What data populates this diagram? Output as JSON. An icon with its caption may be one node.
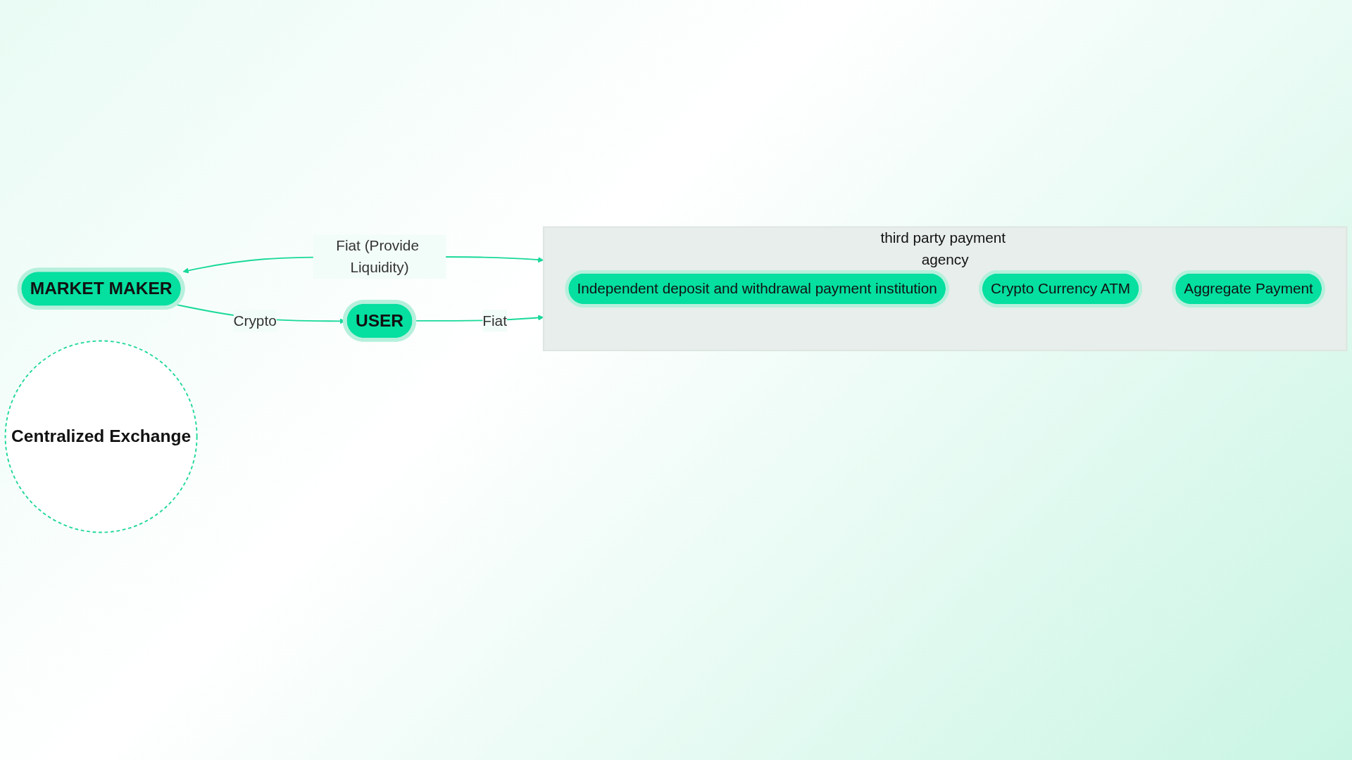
{
  "diagram": {
    "nodes": [
      {
        "text": [
          "MARKET MAKER"
        ]
      },
      {
        "text": [
          "Centralized Exchange"
        ]
      },
      {
        "text": [
          "USER"
        ]
      },
      {
        "text": [
          "third party payment agency"
        ]
      },
      {
        "text": [
          "Independent deposit and withdrawal payment institution"
        ],
        "in": 3
      },
      {
        "text": [
          "Crypto Currency ATM"
        ],
        "in": 3
      },
      {
        "text": [
          "Aggregate Payment"
        ],
        "in": 3
      }
    ],
    "edges": [
      {
        "from": 0,
        "to": 2,
        "arrow": "to",
        "label": "Crypto"
      },
      {
        "from": 0,
        "to": 3,
        "arrow": "both",
        "label": "Fiat (Provide Liquidity)"
      },
      {
        "from": 2,
        "to": 3,
        "arrow": "to",
        "label": "Fiat"
      }
    ]
  }
}
